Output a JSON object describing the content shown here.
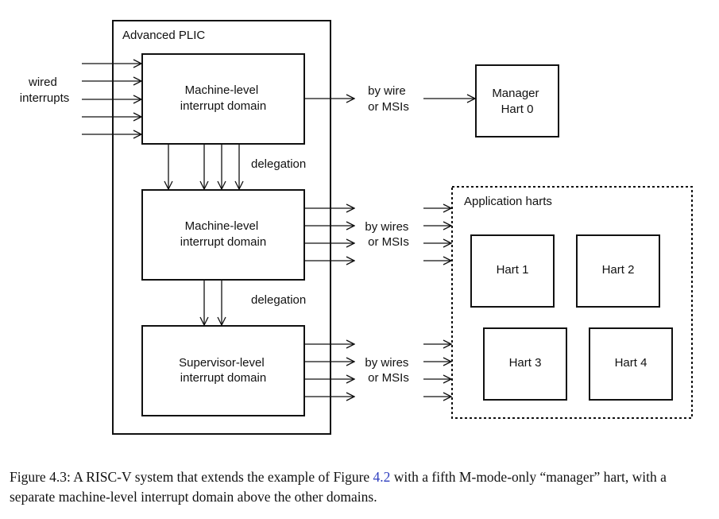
{
  "diagram": {
    "plic_title": "Advanced PLIC",
    "wired_interrupts": [
      "wired",
      "interrupts"
    ],
    "domain_m1": [
      "Machine-level",
      "interrupt domain"
    ],
    "domain_m2": [
      "Machine-level",
      "interrupt domain"
    ],
    "domain_s": [
      "Supervisor-level",
      "interrupt domain"
    ],
    "delegation_1": "delegation",
    "delegation_2": "delegation",
    "by_wire_1": [
      "by wire",
      "or MSIs"
    ],
    "by_wires_2": [
      "by wires",
      "or MSIs"
    ],
    "by_wires_3": [
      "by wires",
      "or MSIs"
    ],
    "manager_hart": [
      "Manager",
      "Hart 0"
    ],
    "app_harts_title": "Application harts",
    "harts": [
      "Hart 1",
      "Hart 2",
      "Hart 3",
      "Hart 4"
    ]
  },
  "caption": {
    "prefix": "Figure 4.3: A RISC-V system that extends the example of Figure ",
    "ref": "4.2",
    "suffix": " with a fifth M-mode-only “manager” hart, with a separate machine-level interrupt domain above the other domains."
  }
}
